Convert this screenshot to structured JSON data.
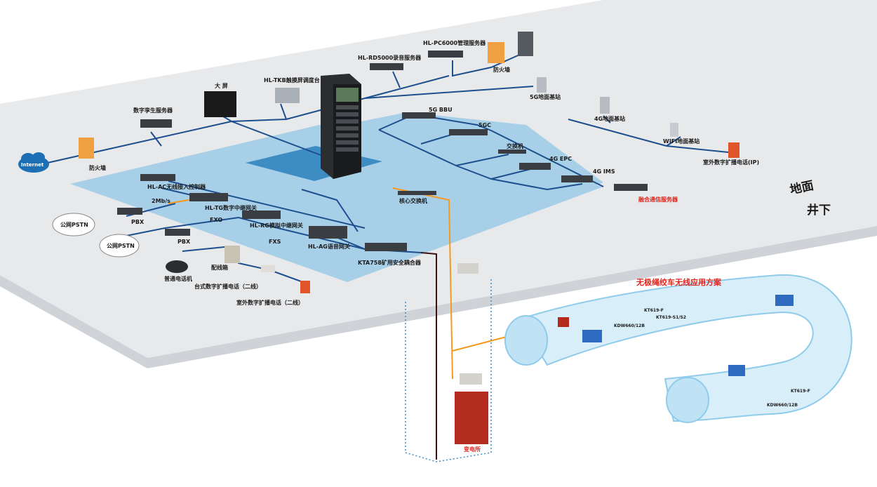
{
  "labels": {
    "internet": "Internet",
    "firewall_left": "防火墙",
    "digital_twin_server": "数字孪生服务器",
    "big_screen": "大 屏",
    "tkb_console": "HL-TKB触摸屏调度台",
    "rd5000": "HL-RD5000录音服务器",
    "pc6000": "HL-PC6000管理服务器",
    "firewall_right": "防火墙",
    "bs5g": "5G地面基站",
    "bbu5g": "5G BBU",
    "sgc5": "5GC",
    "switch": "交换机",
    "epc4g": "4G EPC",
    "ims4g": "4G IMS",
    "fusion_server": "融合通信服务器",
    "bs4g": "4G地面基站",
    "wifi_bs": "WIFI地面基站",
    "outdoor_ip": "室外数字扩播电话(IP)",
    "ac_controller": "HL-AC无线接入控制器",
    "tg_gateway": "HL-TG数字中继网关",
    "rg_gateway": "HL-RG模拟中继网关",
    "ag_gateway": "HL-AG语音网关",
    "kta758": "KTA758矿用安全耦合器",
    "core_switch": "核心交换机",
    "pstn1": "公网PSTN",
    "pstn2": "公网PSTN",
    "pbx1": "PBX",
    "pbx2": "PBX",
    "rate_2mb": "2Mb/s",
    "fxo": "FXO",
    "fxs": "FXS",
    "dist_box": "配线箱",
    "normal_phone": "普通电话机",
    "desk_phone": "台式数字扩播电话（二线）",
    "outdoor_2wire": "室外数字扩播电话（二线）",
    "ground": "地面",
    "underground": "井下",
    "mine_title": "无极绳绞车无线应用方案",
    "substation": "变电所",
    "kt619f_1": "KT619-F",
    "kt619_s1": "KT619-S1/S2",
    "kdw_1": "KDW660/12B",
    "kt619f_2": "KT619-F",
    "kdw_2": "KDW660/12B"
  },
  "colors": {
    "platform_top": "#e8e9eb",
    "platform_side": "#cfd2d6",
    "zone_light": "#a8cfe8",
    "zone_mid": "#7db8de",
    "zone_dark": "#3e8cc4",
    "net_line": "#1d4f8e",
    "orange_line": "#f39a1f",
    "red_text": "#e0241c"
  }
}
